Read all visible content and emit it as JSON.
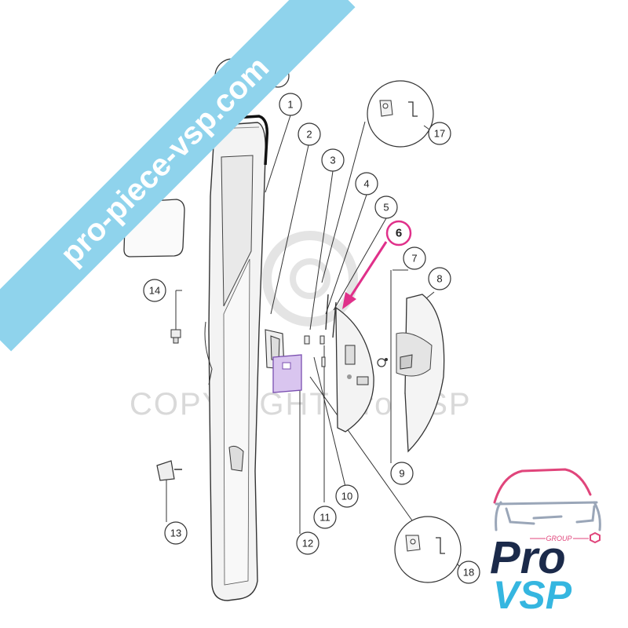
{
  "callouts": [
    {
      "id": "1",
      "label": "1"
    },
    {
      "id": "2",
      "label": "2"
    },
    {
      "id": "3",
      "label": "3"
    },
    {
      "id": "4",
      "label": "4"
    },
    {
      "id": "5",
      "label": "5"
    },
    {
      "id": "6",
      "label": "6",
      "highlighted": true
    },
    {
      "id": "7",
      "label": "7"
    },
    {
      "id": "8",
      "label": "8"
    },
    {
      "id": "9",
      "label": "9"
    },
    {
      "id": "10",
      "label": "10"
    },
    {
      "id": "11",
      "label": "11"
    },
    {
      "id": "12",
      "label": "12"
    },
    {
      "id": "13",
      "label": "13"
    },
    {
      "id": "14",
      "label": "14"
    },
    {
      "id": "15",
      "label": "15"
    },
    {
      "id": "16",
      "label": "16"
    },
    {
      "id": "17",
      "label": "17"
    },
    {
      "id": "18",
      "label": "18"
    }
  ],
  "watermark": {
    "copyright_text": "COPYRIGHT Pro VSP"
  },
  "banner": {
    "text": "pro-piece-vsp.com",
    "color": "#8fd3ec"
  },
  "logo": {
    "group_text": "GROUP",
    "pro_text": "Pro",
    "vsp_text": "VSP",
    "navy": "#1b2a4a",
    "cyan": "#35b6e0",
    "pink": "#e0457b"
  },
  "colors": {
    "highlight": "#e0308a",
    "part_line": "#333333",
    "part_fill": "#f3f3f3",
    "purple_part": "#b090d0"
  }
}
